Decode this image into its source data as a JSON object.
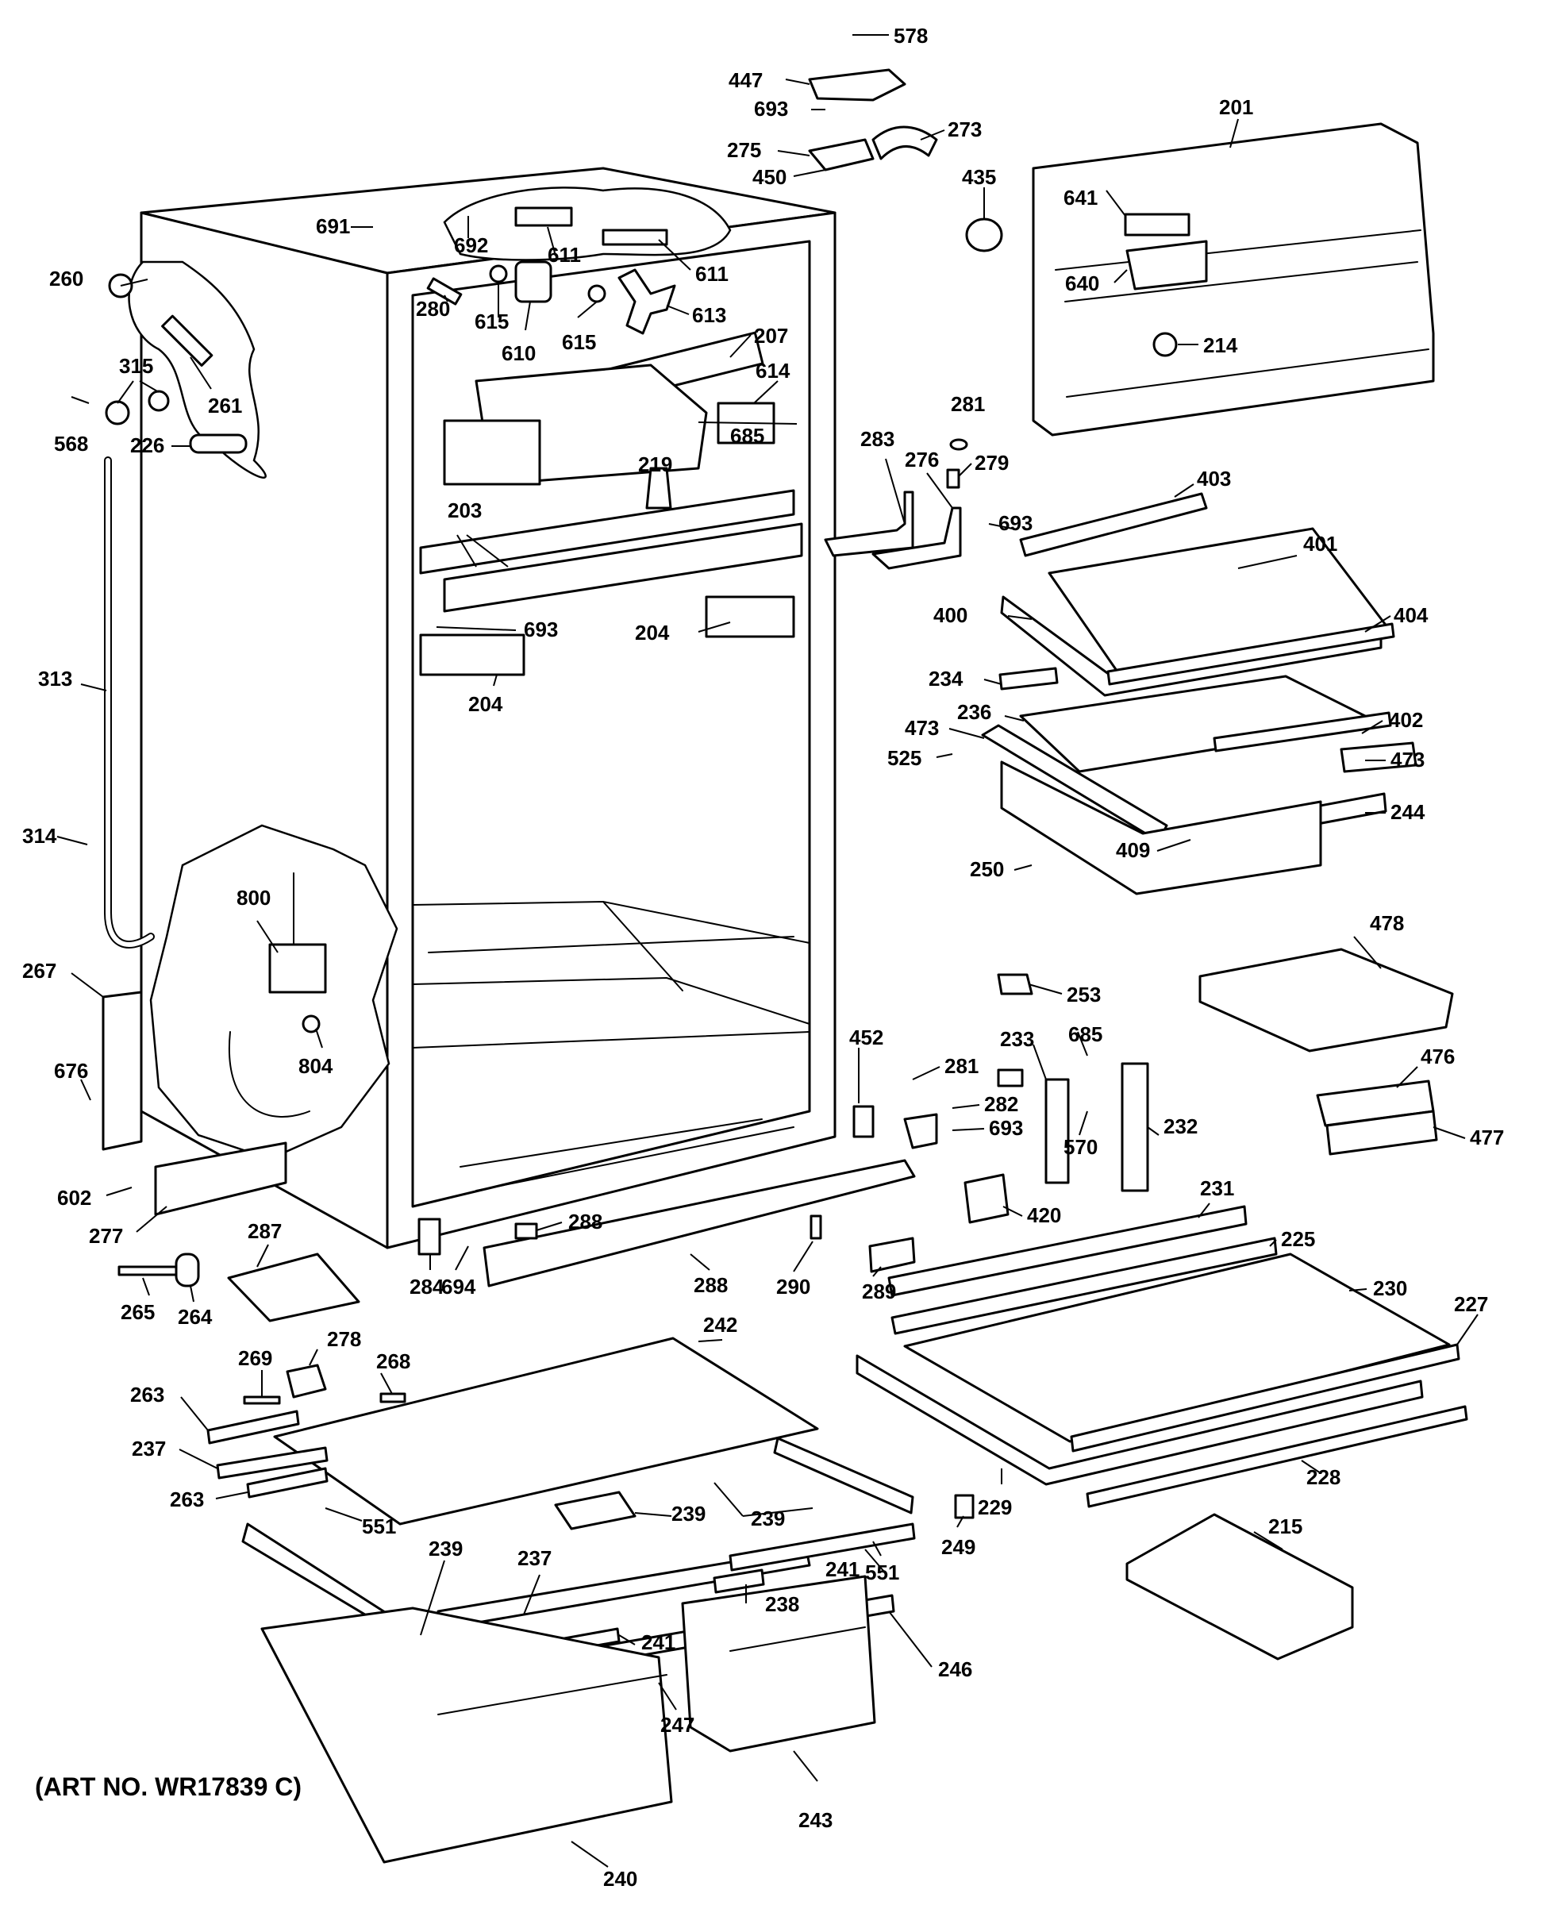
{
  "diagram": {
    "caption": "(ART NO. WR17839 C)",
    "callouts": [
      {
        "id": "578",
        "text": "578"
      },
      {
        "id": "447",
        "text": "447"
      },
      {
        "id": "693a",
        "text": "693"
      },
      {
        "id": "273",
        "text": "273"
      },
      {
        "id": "275",
        "text": "275"
      },
      {
        "id": "450",
        "text": "450"
      },
      {
        "id": "435",
        "text": "435"
      },
      {
        "id": "201",
        "text": "201"
      },
      {
        "id": "641",
        "text": "641"
      },
      {
        "id": "640",
        "text": "640"
      },
      {
        "id": "214",
        "text": "214"
      },
      {
        "id": "691",
        "text": "691"
      },
      {
        "id": "692",
        "text": "692"
      },
      {
        "id": "611a",
        "text": "611"
      },
      {
        "id": "611b",
        "text": "611"
      },
      {
        "id": "260",
        "text": "260"
      },
      {
        "id": "280",
        "text": "280"
      },
      {
        "id": "615a",
        "text": "615"
      },
      {
        "id": "610",
        "text": "610"
      },
      {
        "id": "615b",
        "text": "615"
      },
      {
        "id": "613",
        "text": "613"
      },
      {
        "id": "207",
        "text": "207"
      },
      {
        "id": "315",
        "text": "315"
      },
      {
        "id": "261",
        "text": "261"
      },
      {
        "id": "614",
        "text": "614"
      },
      {
        "id": "568",
        "text": "568"
      },
      {
        "id": "226",
        "text": "226"
      },
      {
        "id": "685a",
        "text": "685"
      },
      {
        "id": "281a",
        "text": "281"
      },
      {
        "id": "283",
        "text": "283"
      },
      {
        "id": "276",
        "text": "276"
      },
      {
        "id": "279",
        "text": "279"
      },
      {
        "id": "219",
        "text": "219"
      },
      {
        "id": "403",
        "text": "403"
      },
      {
        "id": "693b",
        "text": "693"
      },
      {
        "id": "203",
        "text": "203"
      },
      {
        "id": "401",
        "text": "401"
      },
      {
        "id": "400",
        "text": "400"
      },
      {
        "id": "404",
        "text": "404"
      },
      {
        "id": "693c",
        "text": "693"
      },
      {
        "id": "204a",
        "text": "204"
      },
      {
        "id": "313",
        "text": "313"
      },
      {
        "id": "234",
        "text": "234"
      },
      {
        "id": "236",
        "text": "236"
      },
      {
        "id": "204b",
        "text": "204"
      },
      {
        "id": "402",
        "text": "402"
      },
      {
        "id": "473a",
        "text": "473"
      },
      {
        "id": "525",
        "text": "525"
      },
      {
        "id": "473b",
        "text": "473"
      },
      {
        "id": "314",
        "text": "314"
      },
      {
        "id": "244",
        "text": "244"
      },
      {
        "id": "409",
        "text": "409"
      },
      {
        "id": "250",
        "text": "250"
      },
      {
        "id": "800",
        "text": "800"
      },
      {
        "id": "478",
        "text": "478"
      },
      {
        "id": "267",
        "text": "267"
      },
      {
        "id": "253",
        "text": "253"
      },
      {
        "id": "452",
        "text": "452"
      },
      {
        "id": "233",
        "text": "233"
      },
      {
        "id": "685b",
        "text": "685"
      },
      {
        "id": "804",
        "text": "804"
      },
      {
        "id": "281b",
        "text": "281"
      },
      {
        "id": "476",
        "text": "476"
      },
      {
        "id": "676",
        "text": "676"
      },
      {
        "id": "282",
        "text": "282"
      },
      {
        "id": "693d",
        "text": "693"
      },
      {
        "id": "570",
        "text": "570"
      },
      {
        "id": "232",
        "text": "232"
      },
      {
        "id": "477",
        "text": "477"
      },
      {
        "id": "602",
        "text": "602"
      },
      {
        "id": "231",
        "text": "231"
      },
      {
        "id": "277",
        "text": "277"
      },
      {
        "id": "420",
        "text": "420"
      },
      {
        "id": "287",
        "text": "287"
      },
      {
        "id": "288a",
        "text": "288"
      },
      {
        "id": "225",
        "text": "225"
      },
      {
        "id": "284",
        "text": "284"
      },
      {
        "id": "694",
        "text": "694"
      },
      {
        "id": "288b",
        "text": "288"
      },
      {
        "id": "290",
        "text": "290"
      },
      {
        "id": "289",
        "text": "289"
      },
      {
        "id": "230",
        "text": "230"
      },
      {
        "id": "265",
        "text": "265"
      },
      {
        "id": "264",
        "text": "264"
      },
      {
        "id": "227",
        "text": "227"
      },
      {
        "id": "242",
        "text": "242"
      },
      {
        "id": "269",
        "text": "269"
      },
      {
        "id": "278",
        "text": "278"
      },
      {
        "id": "268",
        "text": "268"
      },
      {
        "id": "263a",
        "text": "263"
      },
      {
        "id": "237a",
        "text": "237"
      },
      {
        "id": "228",
        "text": "228"
      },
      {
        "id": "229",
        "text": "229"
      },
      {
        "id": "263b",
        "text": "263"
      },
      {
        "id": "239a",
        "text": "239"
      },
      {
        "id": "239b",
        "text": "239"
      },
      {
        "id": "551a",
        "text": "551"
      },
      {
        "id": "249",
        "text": "249"
      },
      {
        "id": "215",
        "text": "215"
      },
      {
        "id": "239c",
        "text": "239"
      },
      {
        "id": "237b",
        "text": "237"
      },
      {
        "id": "551b",
        "text": "551"
      },
      {
        "id": "241a",
        "text": "241"
      },
      {
        "id": "238",
        "text": "238"
      },
      {
        "id": "241b",
        "text": "241"
      },
      {
        "id": "246",
        "text": "246"
      },
      {
        "id": "247",
        "text": "247"
      },
      {
        "id": "243",
        "text": "243"
      },
      {
        "id": "240",
        "text": "240"
      }
    ]
  }
}
